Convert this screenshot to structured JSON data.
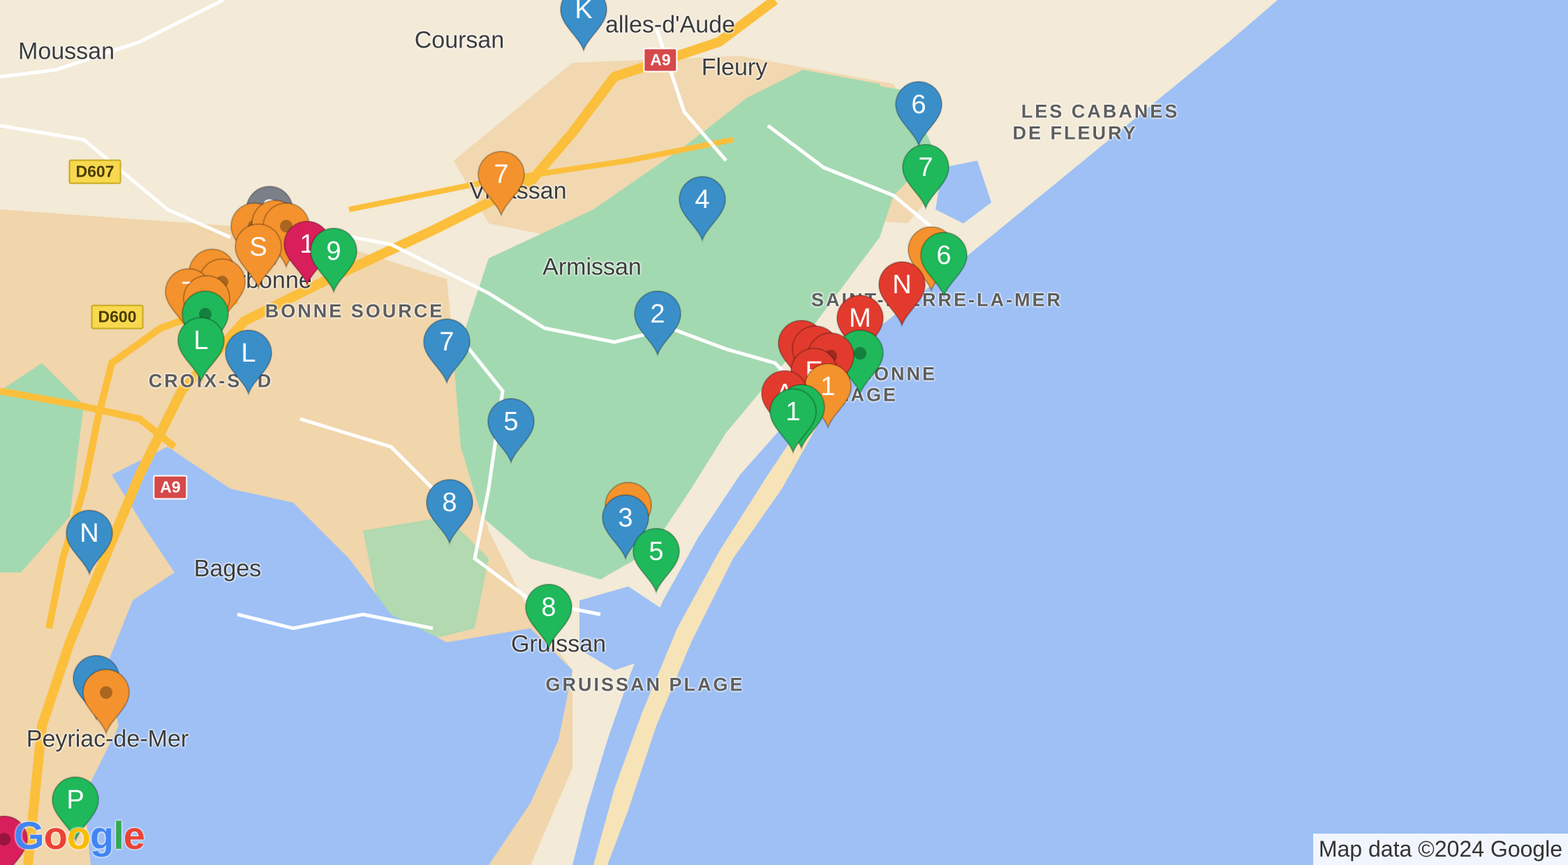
{
  "colors": {
    "water": "#9ec0f5",
    "land": "#f3ead7",
    "park": "#a3d9b1",
    "sand": "#f0d1a3",
    "road_major": "#fbbf3c",
    "road_minor": "#ffffff",
    "pin_blue": "#3a8fc9",
    "pin_green": "#1fb85a",
    "pin_red": "#e23b2e",
    "pin_orange": "#f4922d",
    "pin_magenta": "#d81e5b",
    "pin_gray": "#7a7f88"
  },
  "places": [
    {
      "name": "Moussan",
      "kind": "town"
    },
    {
      "name": "Coursan",
      "kind": "town"
    },
    {
      "name": "alles-d'Aude",
      "kind": "town"
    },
    {
      "name": "Fleury",
      "kind": "town"
    },
    {
      "name": "LES CABANES",
      "kind": "district"
    },
    {
      "name": "DE FLEURY",
      "kind": "district"
    },
    {
      "name": "Vinassan",
      "kind": "town"
    },
    {
      "name": "Armissan",
      "kind": "town"
    },
    {
      "name": "BONNE SOURCE",
      "kind": "district"
    },
    {
      "name": "Narbonne",
      "kind": "town"
    },
    {
      "name": "SAINT-PIERRE-LA-MER",
      "kind": "district"
    },
    {
      "name": "CROIX-SUD",
      "kind": "district"
    },
    {
      "name": "NARBONNE",
      "kind": "district"
    },
    {
      "name": "PLAGE",
      "kind": "district"
    },
    {
      "name": "Bages",
      "kind": "town"
    },
    {
      "name": "Gruissan",
      "kind": "town"
    },
    {
      "name": "GRUISSAN PLAGE",
      "kind": "district"
    },
    {
      "name": "Peyriac-de-Mer",
      "kind": "town"
    }
  ],
  "routes": [
    {
      "name": "D607",
      "kind": "d"
    },
    {
      "name": "D600",
      "kind": "d"
    },
    {
      "name": "A9",
      "kind": "a"
    },
    {
      "name": "A9",
      "kind": "a"
    }
  ],
  "markers": [
    {
      "label": "K",
      "color": "pin_blue"
    },
    {
      "label": "6",
      "color": "pin_blue"
    },
    {
      "label": "7",
      "color": "pin_green"
    },
    {
      "label": "7",
      "color": "pin_orange"
    },
    {
      "label": "4",
      "color": "pin_blue"
    },
    {
      "label": "2",
      "color": "pin_gray"
    },
    {
      "label": "",
      "color": "pin_orange"
    },
    {
      "label": "",
      "color": "pin_orange"
    },
    {
      "label": "",
      "color": "pin_orange"
    },
    {
      "label": "S",
      "color": "pin_orange"
    },
    {
      "label": "1",
      "color": "pin_magenta"
    },
    {
      "label": "9",
      "color": "pin_green"
    },
    {
      "label": "",
      "color": "pin_orange"
    },
    {
      "label": "",
      "color": "pin_orange"
    },
    {
      "label": "7",
      "color": "pin_orange"
    },
    {
      "label": "",
      "color": "pin_orange"
    },
    {
      "label": "",
      "color": "pin_green"
    },
    {
      "label": "L",
      "color": "pin_green"
    },
    {
      "label": "L",
      "color": "pin_blue"
    },
    {
      "label": "",
      "color": "pin_orange"
    },
    {
      "label": "6",
      "color": "pin_green"
    },
    {
      "label": "N",
      "color": "pin_red"
    },
    {
      "label": "M",
      "color": "pin_red"
    },
    {
      "label": "2",
      "color": "pin_blue"
    },
    {
      "label": "7",
      "color": "pin_blue"
    },
    {
      "label": "",
      "color": "pin_green"
    },
    {
      "label": "",
      "color": "pin_red"
    },
    {
      "label": "",
      "color": "pin_red"
    },
    {
      "label": "",
      "color": "pin_red"
    },
    {
      "label": "E",
      "color": "pin_red"
    },
    {
      "label": "1",
      "color": "pin_orange"
    },
    {
      "label": "A",
      "color": "pin_red"
    },
    {
      "label": "",
      "color": "pin_green"
    },
    {
      "label": "1",
      "color": "pin_green"
    },
    {
      "label": "5",
      "color": "pin_blue"
    },
    {
      "label": "8",
      "color": "pin_blue"
    },
    {
      "label": "",
      "color": "pin_orange"
    },
    {
      "label": "3",
      "color": "pin_blue"
    },
    {
      "label": "5",
      "color": "pin_green"
    },
    {
      "label": "N",
      "color": "pin_blue"
    },
    {
      "label": "8",
      "color": "pin_green"
    },
    {
      "label": "",
      "color": "pin_blue"
    },
    {
      "label": "",
      "color": "pin_orange"
    },
    {
      "label": "P",
      "color": "pin_green"
    },
    {
      "label": "",
      "color": "pin_magenta"
    }
  ],
  "logo": {
    "letters": [
      "G",
      "o",
      "o",
      "g",
      "l",
      "e"
    ],
    "colors": [
      "#4285f4",
      "#ea4335",
      "#fbbc05",
      "#4285f4",
      "#34a853",
      "#ea4335"
    ]
  },
  "copyright": "Map data ©2024 Google"
}
